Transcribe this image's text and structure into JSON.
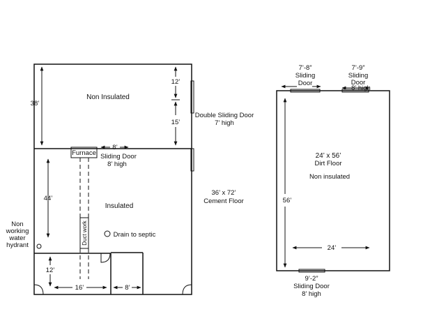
{
  "left_building": {
    "upper": {
      "title": "Non Insulated",
      "dim_height": "38’",
      "dim_upper": "12’",
      "dim_lower": "15’"
    },
    "double_door": {
      "line1": "Double Sliding Door",
      "line2": "7’ high"
    },
    "interior_door": {
      "line1": "Sliding Door",
      "line2": "8’ high",
      "width": "8’"
    },
    "furnace": "Furnace",
    "duct": "Duct work",
    "lower": {
      "title": "Insulated",
      "dim_height": "44’",
      "drain": "Drain to septic"
    },
    "hydrant": {
      "line1": "Non",
      "line2": "working",
      "line3": "water",
      "line4": "hydrant"
    },
    "size_note": {
      "line1": "36’ x 72’",
      "line2": "Cement Floor"
    },
    "bottom": {
      "dim_height": "12’",
      "dim_width_a": "16’",
      "dim_width_b": "8’"
    }
  },
  "right_building": {
    "door_left": {
      "width": "7’-8”",
      "line1": "Sliding",
      "line2": "Door"
    },
    "door_right": {
      "width": "7’-9”",
      "line1": "Sliding",
      "line2": "Door",
      "line3": "8’ high"
    },
    "size": "24’ x 56’",
    "floor": "Dirt Floor",
    "insulation": "Non insulated",
    "dim_height": "56’",
    "dim_width": "24’",
    "bottom_door": {
      "width": "9’-2”",
      "line1": "Sliding Door",
      "line2": "8’ high"
    }
  }
}
